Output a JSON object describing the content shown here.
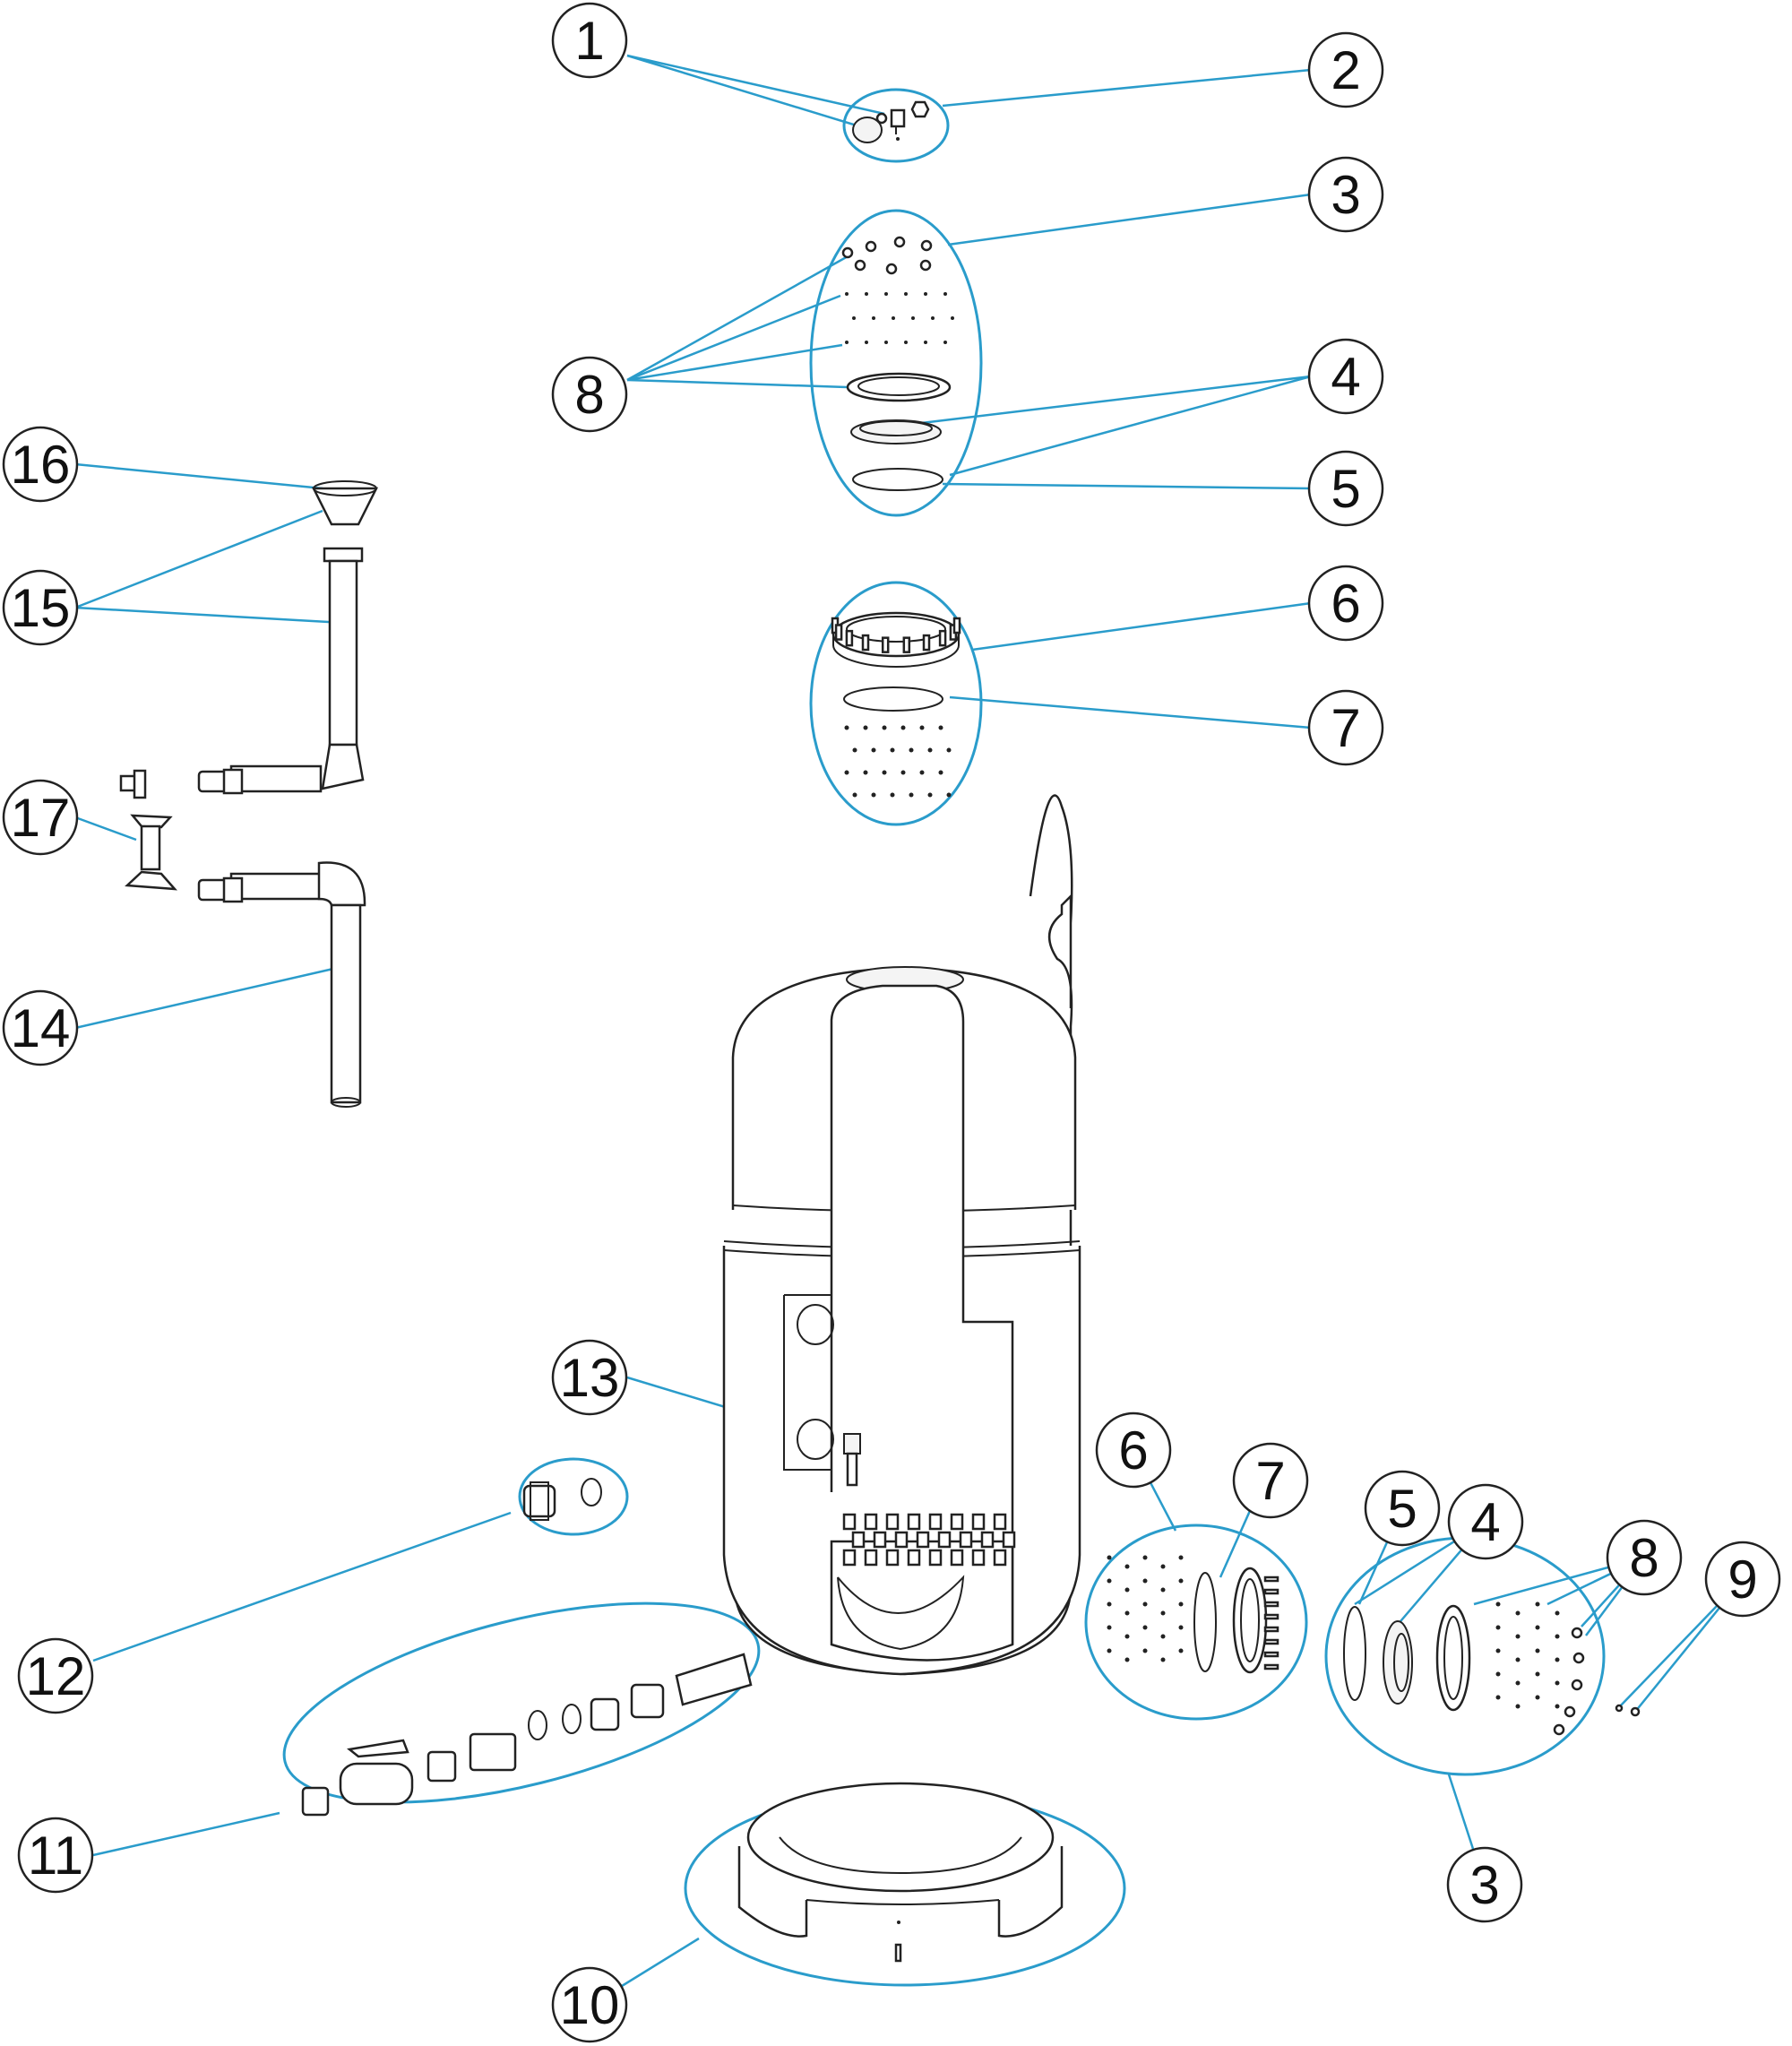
{
  "figure": "exploded-parts-diagram",
  "colors": {
    "leader": "#2a9ccb",
    "outline": "#222222",
    "background": "#ffffff"
  },
  "callouts": [
    {
      "id": "c1",
      "label": "1"
    },
    {
      "id": "c2",
      "label": "2"
    },
    {
      "id": "c3a",
      "label": "3"
    },
    {
      "id": "c8a",
      "label": "8"
    },
    {
      "id": "c4a",
      "label": "4"
    },
    {
      "id": "c5a",
      "label": "5"
    },
    {
      "id": "c6a",
      "label": "6"
    },
    {
      "id": "c7a",
      "label": "7"
    },
    {
      "id": "c16",
      "label": "16"
    },
    {
      "id": "c15",
      "label": "15"
    },
    {
      "id": "c17",
      "label": "17"
    },
    {
      "id": "c14",
      "label": "14"
    },
    {
      "id": "c13",
      "label": "13"
    },
    {
      "id": "c12",
      "label": "12"
    },
    {
      "id": "c11",
      "label": "11"
    },
    {
      "id": "c10",
      "label": "10"
    },
    {
      "id": "c6b",
      "label": "6"
    },
    {
      "id": "c7b",
      "label": "7"
    },
    {
      "id": "c5b",
      "label": "5"
    },
    {
      "id": "c4b",
      "label": "4"
    },
    {
      "id": "c8b",
      "label": "8"
    },
    {
      "id": "c9",
      "label": "9"
    },
    {
      "id": "c3b",
      "label": "3"
    }
  ]
}
